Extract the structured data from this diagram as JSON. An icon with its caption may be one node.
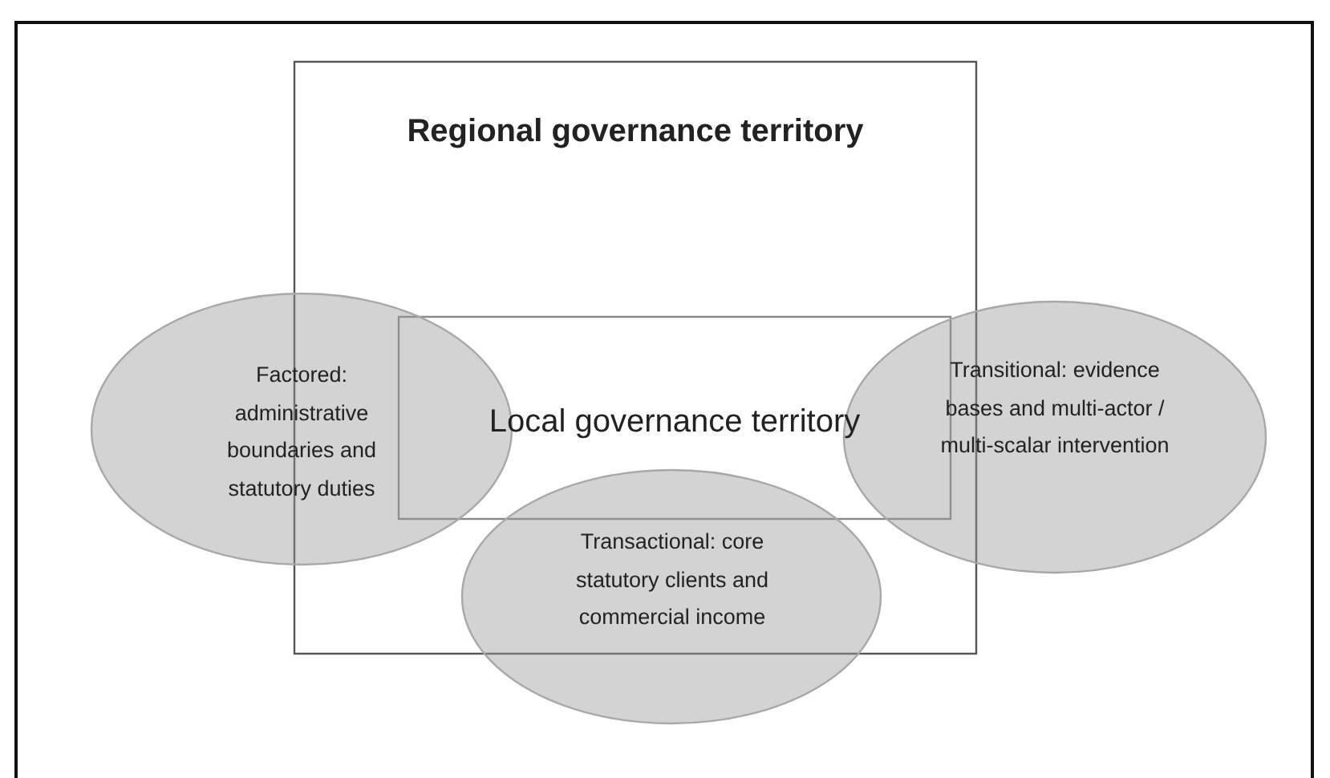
{
  "diagram": {
    "nodes": [
      {
        "text": [
          "Regional governance territory"
        ]
      },
      {
        "text": [
          "Local governance territory"
        ],
        "in": 0
      },
      {
        "text": [
          "Factored: administrative boundaries and statutory duties"
        ]
      },
      {
        "text": [
          "Transactional: core statutory clients and commercial income"
        ]
      },
      {
        "text": [
          "Transitional: evidence bases and multi-actor / multi-scalar intervention"
        ]
      }
    ]
  }
}
